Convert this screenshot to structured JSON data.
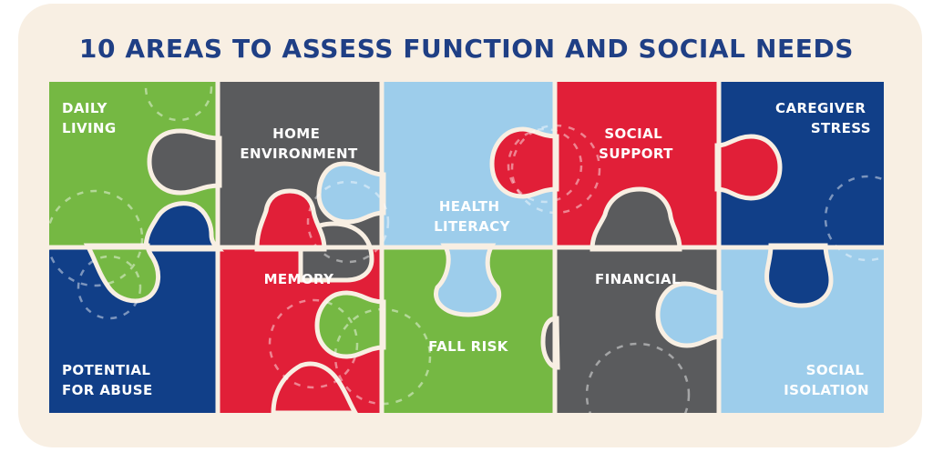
{
  "title": "10 AREAS TO ASSESS FUNCTION AND SOCIAL NEEDS",
  "pieces": [
    {
      "id": "daily-living",
      "lines": [
        "DAILY",
        "LIVING"
      ],
      "color": "#75b843"
    },
    {
      "id": "home-environment",
      "lines": [
        "HOME",
        "ENVIRONMENT"
      ],
      "color": "#5a5b5d"
    },
    {
      "id": "health-literacy",
      "lines": [
        "HEALTH",
        "LITERACY"
      ],
      "color": "#9dcdeb"
    },
    {
      "id": "social-support",
      "lines": [
        "SOCIAL",
        "SUPPORT"
      ],
      "color": "#e11f38"
    },
    {
      "id": "caregiver-stress",
      "lines": [
        "CAREGIVER",
        "STRESS"
      ],
      "color": "#113f88"
    },
    {
      "id": "potential-for-abuse",
      "lines": [
        "POTENTIAL",
        "FOR ABUSE"
      ],
      "color": "#113f88"
    },
    {
      "id": "memory",
      "lines": [
        "MEMORY"
      ],
      "color": "#e11f38"
    },
    {
      "id": "fall-risk",
      "lines": [
        "FALL RISK"
      ],
      "color": "#75b843"
    },
    {
      "id": "financial",
      "lines": [
        "FINANCIAL"
      ],
      "color": "#5a5b5d"
    },
    {
      "id": "social-isolation",
      "lines": [
        "SOCIAL",
        "ISOLATION"
      ],
      "color": "#9dcdeb"
    }
  ]
}
